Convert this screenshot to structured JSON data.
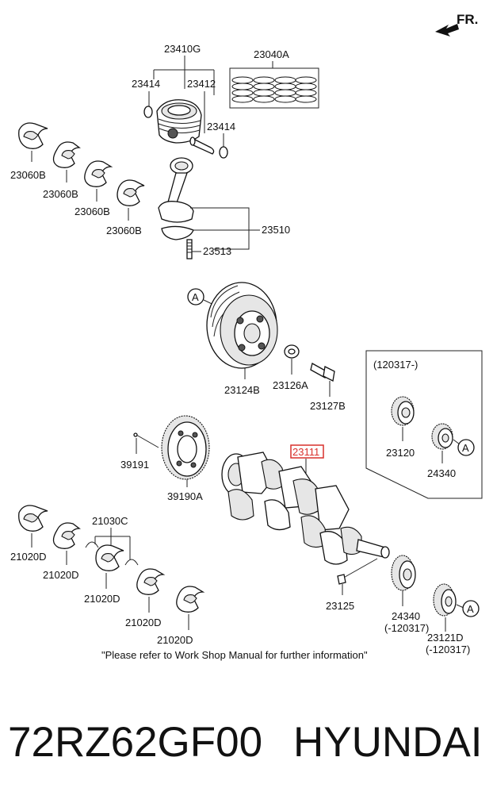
{
  "orientation_label": "FR.",
  "part_labels": {
    "p23410G": "23410G",
    "p23040A": "23040A",
    "p23414a": "23414",
    "p23412": "23412",
    "p23414b": "23414",
    "p23060B_1": "23060B",
    "p23060B_2": "23060B",
    "p23060B_3": "23060B",
    "p23060B_4": "23060B",
    "p23510": "23510",
    "p23513": "23513",
    "p23124B": "23124B",
    "p23126A": "23126A",
    "p23127B": "23127B",
    "p39191": "39191",
    "p39190A": "39190A",
    "p23111": "23111",
    "p21030C": "21030C",
    "p21020D_1": "21020D",
    "p21020D_2": "21020D",
    "p21020D_3": "21020D",
    "p21020D_4": "21020D",
    "p21020D_5": "21020D",
    "p23125": "23125",
    "p24340a": "24340",
    "p24340a_note": "(-120317)",
    "p23121D": "23121D",
    "p23121D_note": "(-120317)",
    "p23120": "23120",
    "p24340b": "24340"
  },
  "inset_label": "(120317-)",
  "reference_markers": {
    "a1": "A",
    "a2": "A",
    "a3": "A"
  },
  "footnote": "\"Please refer to Work Shop Manual for further information\"",
  "highlight_color": "#d9302c",
  "caption": {
    "part_number": "72RZ62GF00",
    "brand": "HYUNDAI"
  }
}
